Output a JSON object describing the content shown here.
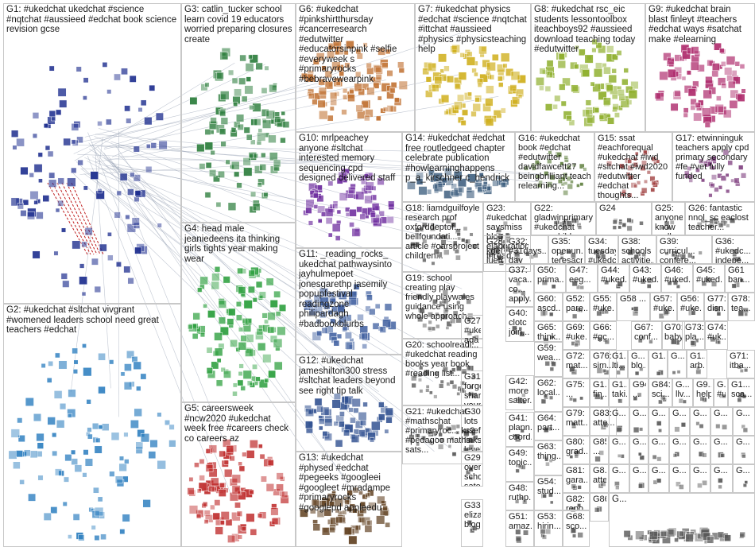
{
  "groups": [
    {
      "id": "G1",
      "label": "G1: #ukedchat ukedchat #science #nqtchat #aussieed #edchat book science revision gcse",
      "color": "#1f2f8f"
    },
    {
      "id": "G2",
      "label": "G2: #ukedchat #sltchat vivgrant #womened leaders school need great teachers #edchat",
      "color": "#2f80c0"
    },
    {
      "id": "G3",
      "label": "G3: catlin_tucker school learn covid 19 educators worried preparing closures create",
      "color": "#2f7f3f"
    },
    {
      "id": "G4",
      "label": "G4: head male jeaniedeens ita thinking girls tights year making wear",
      "color": "#2fa040"
    },
    {
      "id": "G5",
      "label": "G5: careersweek #ncw2020 #ukedchat week free #careers check co careers az",
      "color": "#c03030"
    },
    {
      "id": "G6",
      "label": "G6: #ukedchat #pinkshirtthursday #cancerresearch #edutwitter #educatorsinpink #selfie #everyweek s #primaryrocks #bebravewearpink",
      "color": "#c07030"
    },
    {
      "id": "G7",
      "label": "G7: #ukedchat physics #edchat #science #nqtchat #ittchat #aussieed #physics #physicsteaching help",
      "color": "#d0b020"
    },
    {
      "id": "G8",
      "label": "G8: #ukedchat rsc_eic students lessontoolbox iteachboys92 #aussieed download teaching today #edutwitter",
      "color": "#90b030"
    },
    {
      "id": "G9",
      "label": "G9: #ukedchat brain blast finleyt #teachers #edchat ways #satchat make #elearning",
      "color": "#b03070"
    },
    {
      "id": "G10",
      "label": "G10: mrlpeachey anyone #sltchat interested memory sequencing cpd designed delivered staff",
      "color": "#7030a0"
    },
    {
      "id": "G11",
      "label": "G11: _reading_rocks_ ukedchat pathwaysinto jayhulmepoet jonesgarethp jasemily popupfestival readingzone philipardagh #badbookblurbs",
      "color": "#4060a0"
    },
    {
      "id": "G12",
      "label": "G12: #ukedchat jameshilton300 stress #sltchat leaders beyond see right tip talk",
      "color": "#305090"
    },
    {
      "id": "G13",
      "label": "G13: #ukedchat #physed #edchat #pegeeks #googleei #googleet #mradampe #primaryrocks #googlepd appleedu",
      "color": "#604020"
    },
    {
      "id": "G14",
      "label": "G14: #ukedchat #edchat free routledgeed chapter celebrate publication #howlearninghappens p_a_kirschner c_hendrick",
      "color": "#406080"
    },
    {
      "id": "G15",
      "label": "G15: ssat #eachforequal #ukedchat #iwd #sltchat #iwd2020 #edutwitter #edchat thoughts...",
      "color": "#a04040"
    },
    {
      "id": "G16",
      "label": "G16: #ukedchat book #edchat #edutwitter davidfawcett27 beingbrilliant teach relearning...",
      "color": "#608040"
    },
    {
      "id": "G17",
      "label": "G17: etwinninguk teachers apply cpd primary secondary #fe #vet fully funded",
      "color": "#804080"
    },
    {
      "id": "G18",
      "label": "G18: liamdguilfoyle research prof oxforddeptof... bellfoundati... article #oarsproject children...",
      "color": "#5a5a5a"
    },
    {
      "id": "G19",
      "label": "G19: school creating play friendly playwales guidance using whole approach...",
      "color": "#5a5a5a"
    },
    {
      "id": "G20",
      "label": "G20: schoolreadi... #ukedchat reading books year book #reading list...",
      "color": "#5a5a5a"
    },
    {
      "id": "G21",
      "label": "G21: #ukedchat #mathschat #primaryroc... ks2 #pedagoo maths sats...",
      "color": "#5a5a5a"
    },
    {
      "id": "G22",
      "label": "G22: gladwinprimary #ukedchat year child #edutwitter...",
      "color": "#5a5a5a"
    },
    {
      "id": "G23",
      "label": "G23: #ukedchat saysmiss blog elaboration thread...",
      "color": "#5a5a5a"
    },
    {
      "id": "G24",
      "label": "G24",
      "color": "#5a5a5a"
    },
    {
      "id": "G25",
      "label": "G25: anyone know really good individual...",
      "color": "#5a5a5a"
    },
    {
      "id": "G26",
      "label": "G26: fantastic nnol_sc eaclost teacher...",
      "color": "#5a5a5a"
    },
    {
      "id": "G27",
      "label": "G27: #ukedch... aqa pe cpd level...",
      "color": "#5a5a5a"
    },
    {
      "id": "G28",
      "label": "G28: koelxrp juergen...",
      "color": "#5a5a5a"
    },
    {
      "id": "G29",
      "label": "G29: over school satellite...",
      "color": "#5a5a5a"
    },
    {
      "id": "G30",
      "label": "G30: lots useful links level...",
      "color": "#5a5a5a"
    },
    {
      "id": "G31",
      "label": "G31: forget share young...",
      "color": "#5a5a5a"
    },
    {
      "id": "G32",
      "label": "G32: #31days... day kids...",
      "color": "#5a5a5a"
    },
    {
      "id": "G33",
      "label": "G33: elizabet... blog...",
      "color": "#5a5a5a"
    },
    {
      "id": "G34",
      "label": "G34: tuesday #ukedch...",
      "color": "#5a5a5a"
    },
    {
      "id": "G35",
      "label": "G35: openun... teresacr...",
      "color": "#5a5a5a"
    },
    {
      "id": "G36",
      "label": "G36: #ukedc... indepe...",
      "color": "#5a5a5a"
    },
    {
      "id": "G37",
      "label": "G37: vaca... co... apply...",
      "color": "#5a5a5a"
    },
    {
      "id": "G38",
      "label": "G38: schools activitie...",
      "color": "#5a5a5a"
    },
    {
      "id": "G39",
      "label": "G39: curricul... confere...",
      "color": "#5a5a5a"
    },
    {
      "id": "G40",
      "label": "G40: clotc join...",
      "color": "#5a5a5a"
    },
    {
      "id": "G41",
      "label": "G41: plann... coord...",
      "color": "#5a5a5a"
    },
    {
      "id": "G42",
      "label": "G42: more salter...",
      "color": "#5a5a5a"
    },
    {
      "id": "G43",
      "label": "G43: #uked...",
      "color": "#5a5a5a"
    },
    {
      "id": "G44",
      "label": "G44: #uked...",
      "color": "#5a5a5a"
    },
    {
      "id": "G45",
      "label": "G45: #uked...",
      "color": "#5a5a5a"
    },
    {
      "id": "G46",
      "label": "G46: #uked...",
      "color": "#5a5a5a"
    },
    {
      "id": "G47",
      "label": "G47: eeg...",
      "color": "#5a5a5a"
    },
    {
      "id": "G48",
      "label": "G48: ruthp...",
      "color": "#5a5a5a"
    },
    {
      "id": "G49",
      "label": "G49: topic...",
      "color": "#5a5a5a"
    },
    {
      "id": "G50",
      "label": "G50: prima...",
      "color": "#5a5a5a"
    },
    {
      "id": "G51",
      "label": "G51: amaz...",
      "color": "#5a5a5a"
    },
    {
      "id": "G52",
      "label": "G52: pare...",
      "color": "#5a5a5a"
    },
    {
      "id": "G53",
      "label": "G53: hirin...",
      "color": "#5a5a5a"
    },
    {
      "id": "G54",
      "label": "G54: stud...",
      "color": "#5a5a5a"
    },
    {
      "id": "G55",
      "label": "G55: #uke...",
      "color": "#5a5a5a"
    },
    {
      "id": "G56",
      "label": "G56: #uke...",
      "color": "#5a5a5a"
    },
    {
      "id": "G57",
      "label": "G57: #uke...",
      "color": "#5a5a5a"
    },
    {
      "id": "G58",
      "label": "G58 ...",
      "color": "#5a5a5a"
    },
    {
      "id": "G59",
      "label": "G59: wea...",
      "color": "#5a5a5a"
    },
    {
      "id": "G60",
      "label": "G60: ascd...",
      "color": "#5a5a5a"
    },
    {
      "id": "G61",
      "label": "G61 ban...",
      "color": "#5a5a5a"
    },
    {
      "id": "G62",
      "label": "G62: local...",
      "color": "#5a5a5a"
    },
    {
      "id": "G63",
      "label": "G63: thing...",
      "color": "#5a5a5a"
    },
    {
      "id": "G64",
      "label": "G64: part...",
      "color": "#5a5a5a"
    },
    {
      "id": "G65",
      "label": "G65: think...",
      "color": "#5a5a5a"
    },
    {
      "id": "G66",
      "label": "G66: #gc...",
      "color": "#5a5a5a"
    },
    {
      "id": "G67",
      "label": "G67: conf...",
      "color": "#5a5a5a"
    },
    {
      "id": "G68",
      "label": "G68: sco...",
      "color": "#5a5a5a"
    },
    {
      "id": "G69",
      "label": "G69: #uke...",
      "color": "#5a5a5a"
    },
    {
      "id": "G70",
      "label": "G70: baby",
      "color": "#5a5a5a"
    },
    {
      "id": "G71",
      "label": "G71: itba...",
      "color": "#5a5a5a"
    },
    {
      "id": "G72",
      "label": "G72: mat...",
      "color": "#5a5a5a"
    },
    {
      "id": "G73",
      "label": "G73: pla...",
      "color": "#5a5a5a"
    },
    {
      "id": "G74",
      "label": "G74: #uk...",
      "color": "#5a5a5a"
    },
    {
      "id": "G75",
      "label": "G75: ...",
      "color": "#5a5a5a"
    },
    {
      "id": "G76",
      "label": "G76: sim...",
      "color": "#5a5a5a"
    },
    {
      "id": "G77",
      "label": "G77: disn...",
      "color": "#5a5a5a"
    },
    {
      "id": "G78",
      "label": "G78: tea...",
      "color": "#5a5a5a"
    },
    {
      "id": "G79",
      "label": "G79: matt...",
      "color": "#5a5a5a"
    },
    {
      "id": "G80",
      "label": "G80: grad...",
      "color": "#5a5a5a"
    },
    {
      "id": "G81",
      "label": "G81: gara...",
      "color": "#5a5a5a"
    },
    {
      "id": "G82",
      "label": "G82: repo...",
      "color": "#5a5a5a"
    },
    {
      "id": "G83",
      "label": "G83: atte...",
      "color": "#5a5a5a"
    },
    {
      "id": "G84",
      "label": "G84: sci...",
      "color": "#5a5a5a"
    },
    {
      "id": "G85",
      "label": "G85 ...",
      "color": "#5a5a5a"
    },
    {
      "id": "G86",
      "label": "G86",
      "color": "#5a5a5a"
    },
    {
      "id": "G87",
      "label": "G8... atte...",
      "color": "#5a5a5a"
    },
    {
      "id": "G88",
      "label": "G1... fin...",
      "color": "#5a5a5a"
    },
    {
      "id": "G89",
      "label": "G1... lti...",
      "color": "#5a5a5a"
    },
    {
      "id": "G90",
      "label": "G... blo...",
      "color": "#5a5a5a"
    },
    {
      "id": "G91",
      "label": "G1... arb...",
      "color": "#5a5a5a"
    },
    {
      "id": "G92",
      "label": "G1... sca...",
      "color": "#5a5a5a"
    },
    {
      "id": "G93",
      "label": "G1... taki...",
      "color": "#5a5a5a"
    },
    {
      "id": "G94",
      "label": "G94 ...",
      "color": "#5a5a5a"
    },
    {
      "id": "G95",
      "label": "G... llv...",
      "color": "#5a5a5a"
    },
    {
      "id": "G96",
      "label": "G9... help",
      "color": "#5a5a5a"
    },
    {
      "id": "G97",
      "label": "G... #u...",
      "color": "#5a5a5a"
    },
    {
      "id": "G98",
      "label": "G1...",
      "color": "#5a5a5a"
    },
    {
      "id": "G99",
      "label": "G...",
      "color": "#5a5a5a"
    },
    {
      "id": "G100",
      "label": "G...",
      "color": "#5a5a5a"
    },
    {
      "id": "G101",
      "label": "G...",
      "color": "#5a5a5a"
    },
    {
      "id": "G102",
      "label": "G...",
      "color": "#5a5a5a"
    },
    {
      "id": "G103",
      "label": "G...",
      "color": "#5a5a5a"
    },
    {
      "id": "G104",
      "label": "G...",
      "color": "#5a5a5a"
    },
    {
      "id": "G105",
      "label": "G...",
      "color": "#5a5a5a"
    },
    {
      "id": "G106",
      "label": "G...",
      "color": "#5a5a5a"
    },
    {
      "id": "G107",
      "label": "G...",
      "color": "#5a5a5a"
    },
    {
      "id": "G108",
      "label": "G...",
      "color": "#5a5a5a"
    },
    {
      "id": "G109",
      "label": "G...",
      "color": "#5a5a5a"
    },
    {
      "id": "G110",
      "label": "G...",
      "color": "#5a5a5a"
    },
    {
      "id": "G111",
      "label": "G...",
      "color": "#5a5a5a"
    },
    {
      "id": "G112",
      "label": "G...",
      "color": "#5a5a5a"
    },
    {
      "id": "G113",
      "label": "G...",
      "color": "#5a5a5a"
    },
    {
      "id": "G114",
      "label": "G...",
      "color": "#5a5a5a"
    },
    {
      "id": "G115",
      "label": "G...",
      "color": "#5a5a5a"
    },
    {
      "id": "G116",
      "label": "G...",
      "color": "#5a5a5a"
    },
    {
      "id": "G117",
      "label": "G...",
      "color": "#5a5a5a"
    },
    {
      "id": "G118",
      "label": "G...",
      "color": "#5a5a5a"
    },
    {
      "id": "G119",
      "label": "G...",
      "color": "#5a5a5a"
    },
    {
      "id": "G120",
      "label": "G...",
      "color": "#5a5a5a"
    },
    {
      "id": "G121",
      "label": "G...",
      "color": "#5a5a5a"
    }
  ],
  "edge_color": "#9aa3b5",
  "accent_edge_color": "#c02020"
}
